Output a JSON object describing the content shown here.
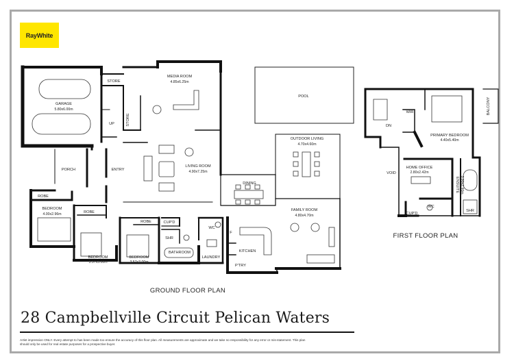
{
  "brand": {
    "logo_text": "RayWhite",
    "accent": "#ffe600"
  },
  "address": "28 Campbellville Circuit Pelican Waters",
  "disclaimer": "Artist impression ONLY. Every attempt to has been made too ensure the accuracy of this floor plan. All measurements are approximate and we take no responsibility for any error or mis-statement. This plan should only be used for real estate purposes for a prospective buyer.",
  "ground_floor": {
    "title": "GROUND FLOOR PLAN",
    "rooms": {
      "media_room": {
        "name": "MEDIA ROOM",
        "dims": "4.85x6.25m"
      },
      "garage": {
        "name": "GARAGE",
        "dims": "5.80x6.00m"
      },
      "store_1": {
        "name": "STORE"
      },
      "store_2": {
        "name": "STORE"
      },
      "up": {
        "name": "UP"
      },
      "pool": {
        "name": "POOL"
      },
      "porch": {
        "name": "PORCH"
      },
      "entry": {
        "name": "ENTRY"
      },
      "living_room": {
        "name": "LIVING ROOM",
        "dims": "4.90x7.25m"
      },
      "outdoor_living": {
        "name": "OUTDOOR LIVING",
        "dims": "4.70x4.60m"
      },
      "dining": {
        "name": "DINING"
      },
      "robe_1": {
        "name": "ROBE"
      },
      "bedroom_1": {
        "name": "BEDROOM",
        "dims": "4.00x2.96m"
      },
      "robe_2": {
        "name": "ROBE"
      },
      "bedroom_2": {
        "name": "BEDROOM",
        "dims": "3.57x3.00m"
      },
      "robe_3": {
        "name": "ROBE"
      },
      "cupd_1": {
        "name": "CUP'D"
      },
      "shr_1": {
        "name": "SHR"
      },
      "bedroom_3": {
        "name": "BEDROOM",
        "dims": "3.57x3.00m"
      },
      "bathroom": {
        "name": "BATHROOM"
      },
      "wc_1": {
        "name": "WC"
      },
      "laundry": {
        "name": "LAUNDRY"
      },
      "f": {
        "name": "F"
      },
      "kitchen": {
        "name": "KITCHEN"
      },
      "ptry": {
        "name": "P'TRY"
      },
      "family_room": {
        "name": "FAMILY ROOM",
        "dims": "4.80x4.70m"
      }
    }
  },
  "first_floor": {
    "title": "FIRST FLOOR PLAN",
    "rooms": {
      "balcony": {
        "name": "BALCONY"
      },
      "wir": {
        "name": "WIR"
      },
      "dn": {
        "name": "DN"
      },
      "primary_bedroom": {
        "name": "PRIMARY BEDROOM",
        "dims": "4.40x5.40m"
      },
      "void": {
        "name": "VOID"
      },
      "home_office": {
        "name": "HOME OFFICE",
        "dims": "2.80x2.42m"
      },
      "ensuite": {
        "name": "ENSUITE",
        "dims": "3.90x2.90m"
      },
      "wc_2": {
        "name": "WC"
      },
      "cupd_2": {
        "name": "CUP'D"
      },
      "shr_2": {
        "name": "SHR"
      }
    }
  }
}
